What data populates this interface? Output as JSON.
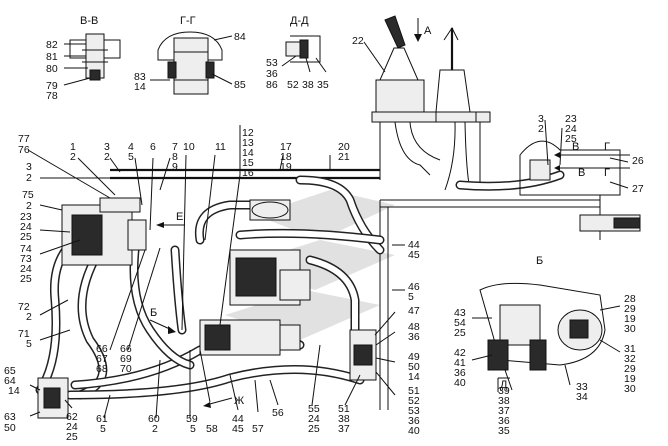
{
  "section_titles": [
    "В-В",
    "Г-Г",
    "Д-Д"
  ],
  "view_markers": [
    "А",
    "Б",
    "Б",
    "В",
    "В",
    "Г",
    "Г",
    "Д",
    "Е",
    "Ж"
  ],
  "callouts": {
    "vv": [
      "82",
      "81",
      "80",
      "79",
      "78"
    ],
    "gg_left": [
      "83",
      "14"
    ],
    "gg_right": [
      "84",
      "85"
    ],
    "dd_left": [
      "53",
      "36",
      "86"
    ],
    "dd_bottom": [
      "52",
      "38",
      "35"
    ],
    "left_top": [
      "77",
      "76"
    ],
    "c_1_2": [
      "1",
      "2"
    ],
    "c_3_2": [
      "3",
      "2"
    ],
    "c_4_5": [
      "4",
      "5"
    ],
    "c_6": "6",
    "c_7_8_9": [
      "7",
      "8",
      "9"
    ],
    "c_10": "10",
    "c_11": "11",
    "c_12_16": [
      "12",
      "13",
      "14",
      "15",
      "16"
    ],
    "c_17_19": [
      "17",
      "18",
      "19"
    ],
    "c_20_21": [
      "20",
      "21"
    ],
    "c_22": "22",
    "c_3_2_left": [
      "3",
      "2"
    ],
    "c_75_2": [
      "75",
      "2"
    ],
    "c_23_25": [
      "23",
      "24",
      "25"
    ],
    "c_74_25": [
      "74",
      "73",
      "24",
      "25"
    ],
    "c_72_2": [
      "72",
      "2"
    ],
    "c_71_5": [
      "71",
      "5"
    ],
    "c_65": [
      "65",
      "64",
      "14"
    ],
    "c_63_50": [
      "63",
      "50"
    ],
    "c_62": [
      "62",
      "24",
      "25"
    ],
    "c_61_5": [
      "61",
      "5"
    ],
    "c_60_2": [
      "60",
      "2"
    ],
    "c_66_68": [
      "66",
      "67",
      "68"
    ],
    "c_66_70": [
      "66",
      "69",
      "70"
    ],
    "c_59_5": [
      "59",
      "5"
    ],
    "c_58": "58",
    "c_44_45": [
      "44",
      "45"
    ],
    "c_57": "57",
    "c_56": "56",
    "c_55": [
      "55",
      "24",
      "25"
    ],
    "c_51_37": [
      "51",
      "38",
      "37"
    ],
    "c_44_45_mid": [
      "44",
      "45"
    ],
    "c_46_5": [
      "46",
      "5"
    ],
    "c_47": "47",
    "c_48_36": [
      "48",
      "36"
    ],
    "c_49_14": [
      "49",
      "50",
      "14"
    ],
    "c_51_40": [
      "51",
      "52",
      "53",
      "36",
      "40"
    ],
    "r_3_2": [
      "3",
      "2"
    ],
    "r_23_25": [
      "23",
      "24",
      "25"
    ],
    "r_26": "26",
    "r_27": "27",
    "b_43": [
      "43",
      "54",
      "25"
    ],
    "b_42": [
      "42",
      "41",
      "36",
      "40"
    ],
    "b_39": [
      "39",
      "38",
      "37",
      "36",
      "35"
    ],
    "b_33": [
      "33",
      "34"
    ],
    "b_28": [
      "28",
      "29",
      "19",
      "30"
    ],
    "b_31": [
      "31",
      "32",
      "29",
      "19",
      "30"
    ]
  }
}
